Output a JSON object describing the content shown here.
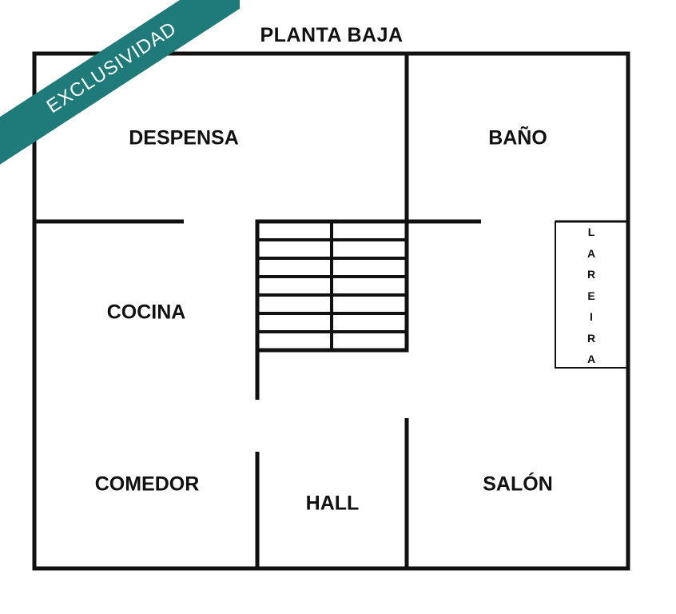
{
  "title": "PLANTA BAJA",
  "banner": {
    "text": "EXCLUSIVIDAD",
    "color": "#1f7a7a"
  },
  "rooms": {
    "despensa": "DESPENSA",
    "bano": "BAÑO",
    "cocina": "COCINA",
    "comedor": "COMEDOR",
    "hall": "HALL",
    "salon": "SALÓN"
  },
  "fireplace_letters": [
    "L",
    "A",
    "R",
    "E",
    "I",
    "R",
    "A"
  ],
  "colors": {
    "wall": "#111111",
    "background": "#ffffff"
  }
}
